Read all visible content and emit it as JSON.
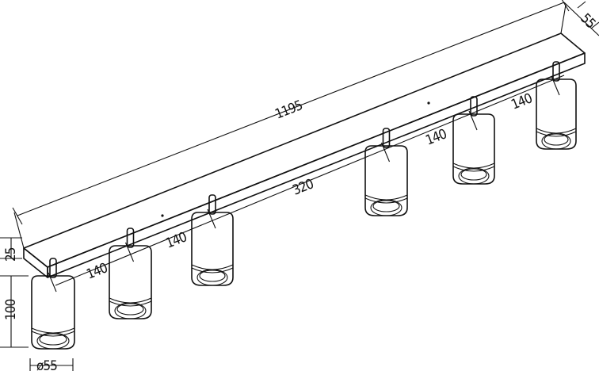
{
  "dimensions": {
    "total_length": "1195",
    "rail_width": "55",
    "rail_height": "25",
    "spot_height": "100",
    "spot_diameter": "ø55",
    "gap_a": "140",
    "gap_b": "140",
    "gap_center": "320",
    "gap_c": "140",
    "gap_d": "140"
  }
}
